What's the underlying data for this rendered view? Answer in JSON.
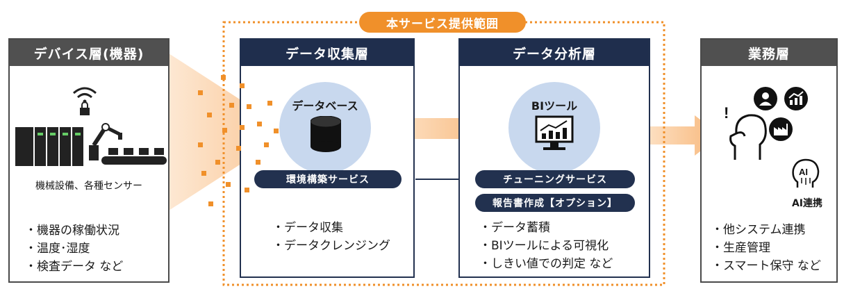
{
  "scope_label": "本サービス提供範囲",
  "device_layer": {
    "title": "デバイス層(機器)",
    "caption": "機械設備、各種センサー",
    "items": [
      "機器の稼働状況",
      "温度･湿度",
      "検査データ など"
    ]
  },
  "collection_layer": {
    "title": "データ収集層",
    "circle_label": "データベース",
    "service": "環境構築サービス",
    "items": [
      "データ収集",
      "データクレンジング"
    ]
  },
  "analysis_layer": {
    "title": "データ分析層",
    "circle_label": "BIツール",
    "services": [
      "チューニングサービス",
      "報告書作成【オプション】"
    ],
    "items": [
      "データ蓄積",
      "BIツールによる可視化",
      "しきい値での判定 など"
    ]
  },
  "business_layer": {
    "title": "業務層",
    "ai_label": "AI連携",
    "items": [
      "他システム連携",
      "生産管理",
      "スマート保守 など"
    ]
  },
  "colors": {
    "navy": "#1f2e4d",
    "gray": "#505050",
    "orange": "#f0902a",
    "light_blue": "#c8d8ee"
  }
}
